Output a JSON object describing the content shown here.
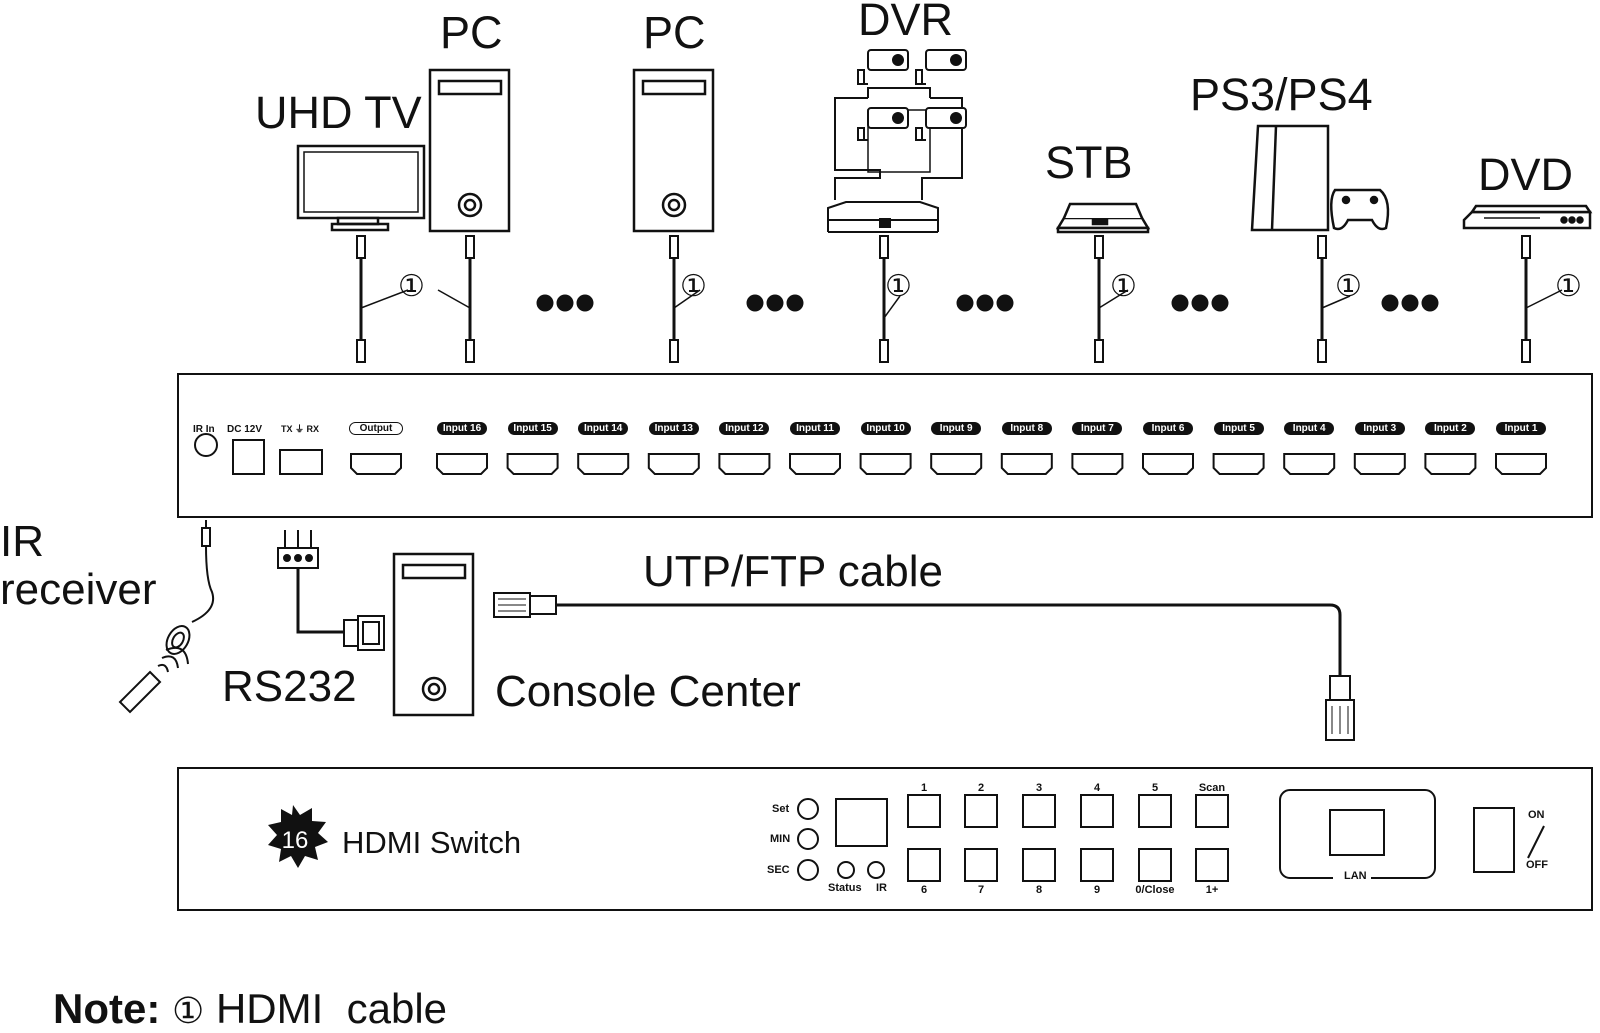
{
  "devices": {
    "uhd_tv": "UHD TV",
    "pc1": "PC",
    "pc2": "PC",
    "dvr": "DVR",
    "stb": "STB",
    "ps": "PS3/PS4",
    "dvd": "DVD"
  },
  "cable_marker": "①",
  "rear_panel": {
    "ir_in": "IR In",
    "dc": "DC 12V",
    "txrx": "TX ⏚ RX",
    "output": "Output",
    "inputs": [
      "Input 16",
      "Input 15",
      "Input 14",
      "Input 13",
      "Input 12",
      "Input 11",
      "Input 10",
      "Input 9",
      "Input 8",
      "Input 7",
      "Input 6",
      "Input 5",
      "Input 4",
      "Input 3",
      "Input 2",
      "Input 1"
    ]
  },
  "peripherals": {
    "ir_receiver_line1": "IR",
    "ir_receiver_line2": "receiver",
    "rs232": "RS232",
    "console": "Console Center",
    "utp": "UTP/FTP cable"
  },
  "front_panel": {
    "logo_number": "16",
    "title": "HDMI Switch",
    "set": "Set",
    "min": "MIN",
    "sec": "SEC",
    "status": "Status",
    "ir": "IR",
    "top_buttons": [
      "1",
      "2",
      "3",
      "4",
      "5",
      "Scan"
    ],
    "bottom_buttons": [
      "6",
      "7",
      "8",
      "9",
      "0/Close",
      "1+"
    ],
    "lan": "LAN",
    "on": "ON",
    "off": "OFF"
  },
  "note": {
    "label": "Note:",
    "marker": "①",
    "text": "HDMI  cable"
  }
}
